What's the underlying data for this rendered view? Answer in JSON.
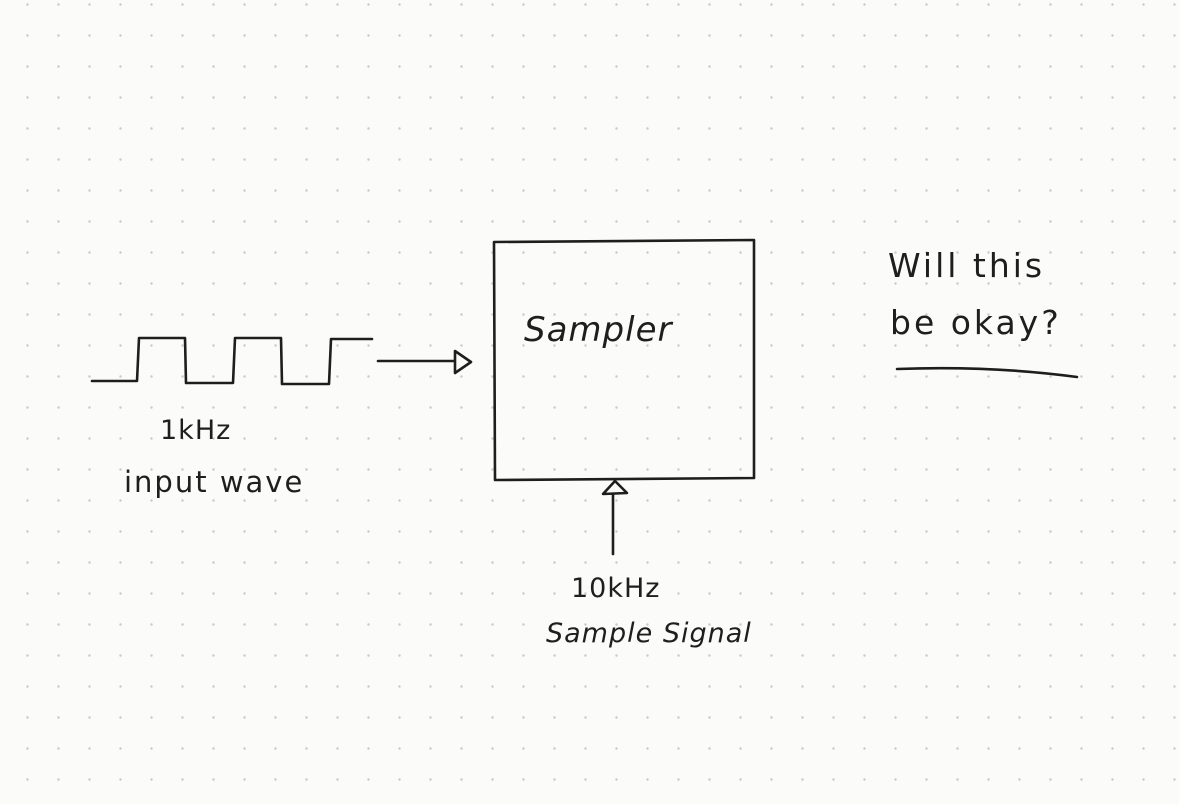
{
  "diagram": {
    "block_label": "Sampler",
    "input": {
      "frequency": "1kHz",
      "label": "input wave"
    },
    "sample": {
      "frequency": "10kHz",
      "label": "Sample Signal"
    },
    "note": {
      "line1": "Will this",
      "line2": "be okay?"
    },
    "ink_color": "#1e1e1e",
    "paper_color": "#fbfbf9"
  }
}
